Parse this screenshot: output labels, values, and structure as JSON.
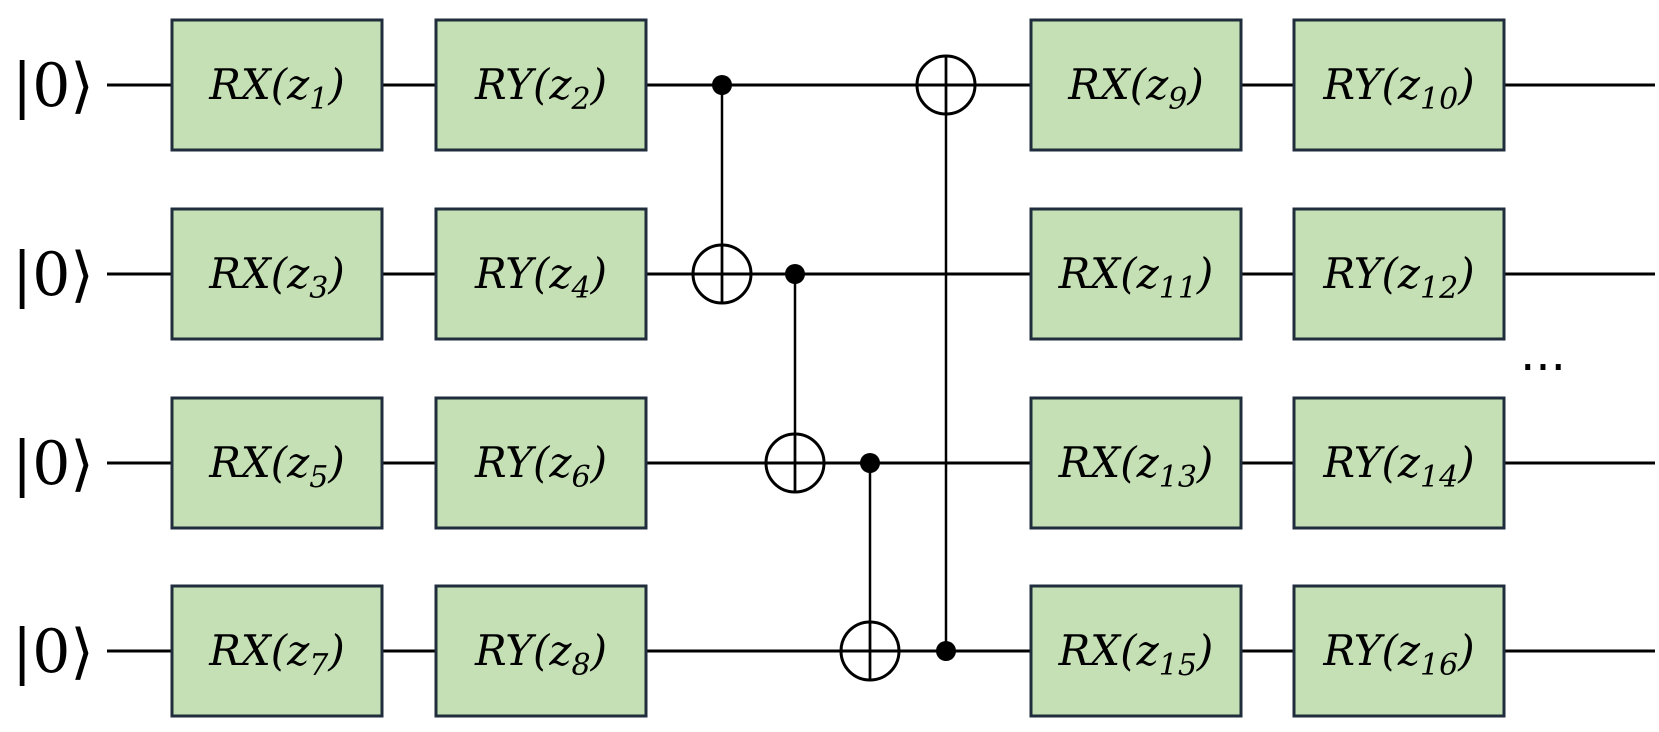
{
  "qubits": [
    {
      "ket": "|0⟩"
    },
    {
      "ket": "|0⟩"
    },
    {
      "ket": "|0⟩"
    },
    {
      "ket": "|0⟩"
    }
  ],
  "gate_columns": [
    {
      "gates": [
        {
          "label": "RX",
          "param": "z",
          "sub": "1"
        },
        {
          "label": "RX",
          "param": "z",
          "sub": "3"
        },
        {
          "label": "RX",
          "param": "z",
          "sub": "5"
        },
        {
          "label": "RX",
          "param": "z",
          "sub": "7"
        }
      ]
    },
    {
      "gates": [
        {
          "label": "RY",
          "param": "z",
          "sub": "2"
        },
        {
          "label": "RY",
          "param": "z",
          "sub": "4"
        },
        {
          "label": "RY",
          "param": "z",
          "sub": "6"
        },
        {
          "label": "RY",
          "param": "z",
          "sub": "8"
        }
      ]
    },
    {
      "gates": [
        {
          "label": "RX",
          "param": "z",
          "sub": "9"
        },
        {
          "label": "RX",
          "param": "z",
          "sub": "11"
        },
        {
          "label": "RX",
          "param": "z",
          "sub": "13"
        },
        {
          "label": "RX",
          "param": "z",
          "sub": "15"
        }
      ]
    },
    {
      "gates": [
        {
          "label": "RY",
          "param": "z",
          "sub": "10"
        },
        {
          "label": "RY",
          "param": "z",
          "sub": "12"
        },
        {
          "label": "RY",
          "param": "z",
          "sub": "14"
        },
        {
          "label": "RY",
          "param": "z",
          "sub": "16"
        }
      ]
    }
  ],
  "cnots": [
    {
      "control": 0,
      "target": 1
    },
    {
      "control": 1,
      "target": 2
    },
    {
      "control": 2,
      "target": 3
    },
    {
      "control": 3,
      "target": 0
    }
  ],
  "ellipsis": "...",
  "colors": {
    "gate_fill": "#c5e0b4",
    "gate_border": "#1f2d3d",
    "line": "#000000"
  }
}
